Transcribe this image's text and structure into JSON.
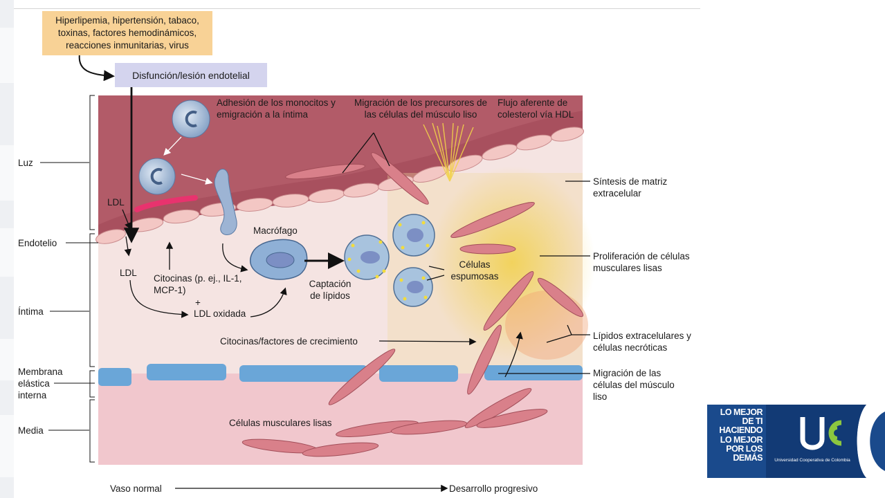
{
  "risk_factors": "Hiperlipemia, hipertensión, tabaco, toxinas, factores hemodinámicos, reacciones inmunitarias, virus",
  "endothelial_injury": "Disfunción/lesión endotelial",
  "left_labels": {
    "luz": "Luz",
    "endotelio": "Endotelio",
    "intima": "Íntima",
    "membrana": "Membrana elástica interna",
    "media": "Media"
  },
  "top_labels": {
    "monocyte_adhesion": "Adhesión de los monocitos y emigración a la íntima",
    "smc_precursor_migration": "Migración de los precursores de las células del músculo liso",
    "hdl_efflux": "Flujo aferente de colesterol vía HDL"
  },
  "right_labels": {
    "matrix": "Síntesis de matriz extracelular",
    "proliferation": "Proliferación de células musculares lisas",
    "lipids": "Lípidos extracelulares y células necróticas",
    "migration": "Migración de las células del músculo liso"
  },
  "inner_labels": {
    "ldl_top": "LDL",
    "ldl_mid": "LDL",
    "cytokines": "Citocinas (p. ej., IL-1, MCP-1)",
    "plus": "+",
    "oxidized_ldl": "LDL oxidada",
    "macrophage": "Macrófago",
    "lipid_uptake": "Captación de lípidos",
    "foam_cells": "Células espumosas",
    "growth_factors": "Citocinas/factores de crecimiento",
    "smooth_muscle": "Células musculares lisas"
  },
  "bottom": {
    "normal_vessel": "Vaso normal",
    "progression": "Desarrollo progresivo"
  },
  "logo": {
    "slogan": "LO MEJOR DE TI HACIENDO LO MEJOR POR LOS DEMÁS",
    "university": "Universidad Cooperativa de Colombia"
  },
  "colors": {
    "risk_box": "#f8d296",
    "injury_box": "#d4d4ee",
    "lumen": "#a8505e",
    "intima": "#f5e4e2",
    "media": "#f1c7cd",
    "elastic_membrane": "#6aa6d8",
    "logo_bg": "#1a4a8c",
    "logo_green": "#8cc63f"
  }
}
